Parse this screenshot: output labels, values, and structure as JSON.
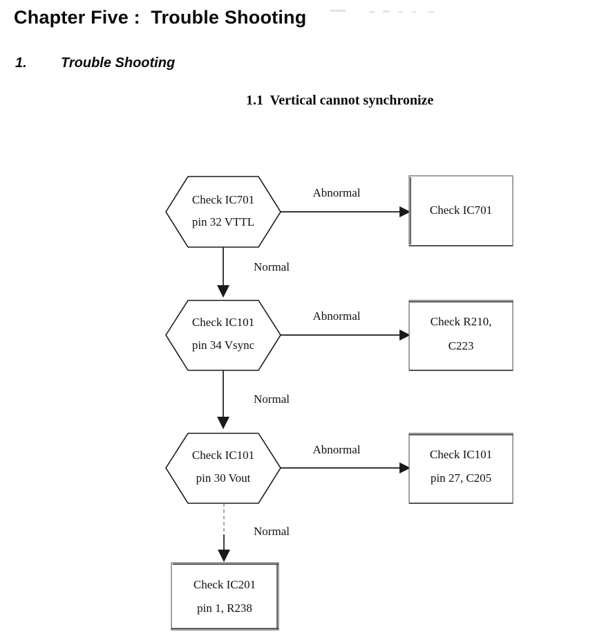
{
  "document": {
    "chapter_title": "Chapter Five :  Trouble Shooting",
    "section_number": "1.",
    "section_title": "Trouble Shooting",
    "subsection_heading": "1.1  Vertical cannot synchronize"
  },
  "flowchart": {
    "decision_nodes": [
      {
        "id": "check-ic701-vttl",
        "shape": "hexagon",
        "line1": "Check IC701",
        "line2": "pin 32 VTTL"
      },
      {
        "id": "check-ic101-vsync",
        "shape": "hexagon",
        "line1": "Check IC101",
        "line2": "pin 34 Vsync"
      },
      {
        "id": "check-ic101-vout",
        "shape": "hexagon",
        "line1": "Check IC101",
        "line2": "pin 30 Vout"
      }
    ],
    "result_boxes": [
      {
        "id": "result-ic701",
        "shape": "rectangle",
        "line1": "Check IC701",
        "line2": ""
      },
      {
        "id": "result-r210-c223",
        "shape": "rectangle",
        "line1": "Check R210,",
        "line2": "C223"
      },
      {
        "id": "result-ic101-c205",
        "shape": "rectangle",
        "line1": "Check IC101",
        "line2": "pin 27, C205"
      }
    ],
    "terminal_box": {
      "id": "result-ic201-r238",
      "shape": "rectangle",
      "line1": "Check IC201",
      "line2": "pin 1, R238"
    },
    "edge_labels": {
      "abnormal": "Abnormal",
      "normal": "Normal"
    },
    "colors": {
      "ink": "#1a1a1a",
      "faint_ink": "#6e6e6e",
      "paper": "#ffffff"
    }
  }
}
